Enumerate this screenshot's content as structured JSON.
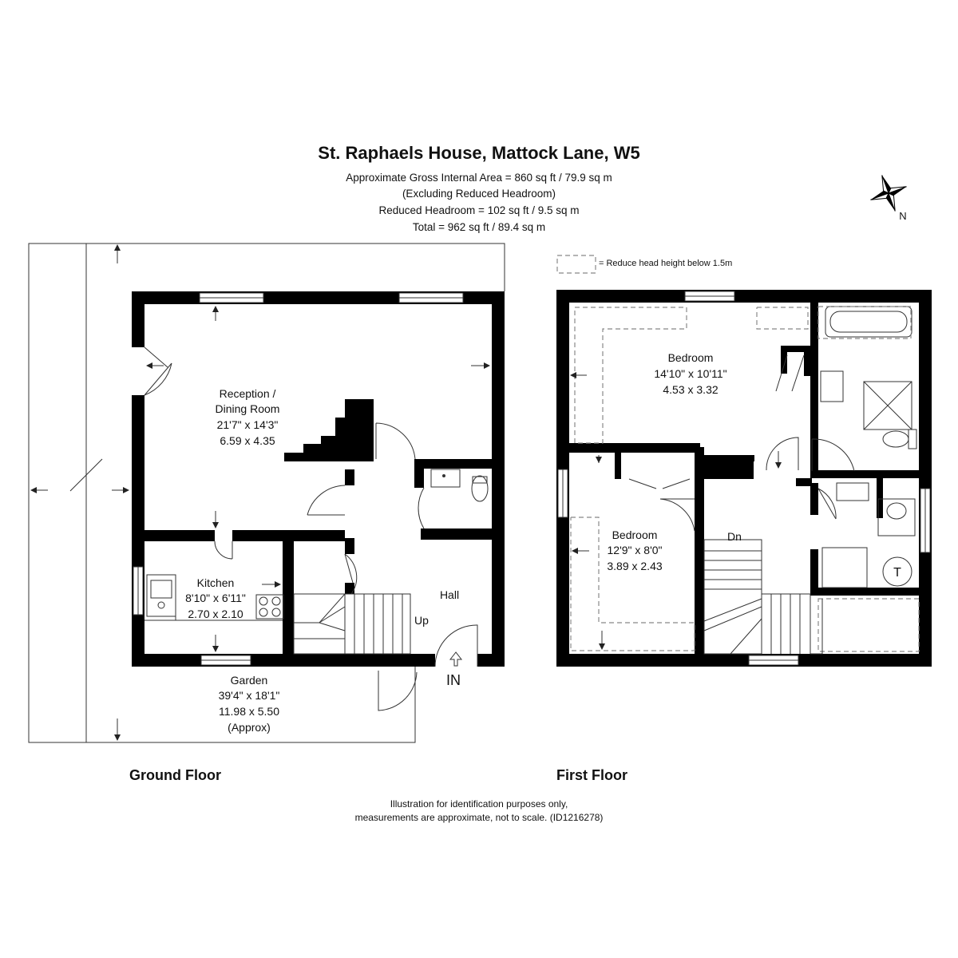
{
  "header": {
    "title": "St. Raphaels House, Mattock Lane, W5",
    "line1": "Approximate Gross Internal Area = 860 sq ft / 79.9 sq m",
    "line2": "(Excluding Reduced Headroom)",
    "line3": "Reduced Headroom = 102 sq ft / 9.5 sq m",
    "line4": "Total = 962 sq ft / 89.4 sq m"
  },
  "compass": {
    "label": "N"
  },
  "legend": {
    "text": "= Reduce head height below 1.5m"
  },
  "ground_floor": {
    "label": "Ground Floor",
    "reception": {
      "name1": "Reception /",
      "name2": "Dining Room",
      "imperial": "21'7\" x 14'3\"",
      "metric": "6.59 x 4.35"
    },
    "kitchen": {
      "name": "Kitchen",
      "imperial": "8'10\" x 6'11\"",
      "metric": "2.70 x 2.10"
    },
    "hall": {
      "name": "Hall"
    },
    "stairs": {
      "label": "Up"
    },
    "entrance": {
      "label": "IN"
    },
    "garden": {
      "name": "Garden",
      "imperial": "39'4\" x 18'1\"",
      "metric": "11.98 x 5.50",
      "note": "(Approx)"
    }
  },
  "first_floor": {
    "label": "First Floor",
    "bedroom1": {
      "name": "Bedroom",
      "imperial": "14'10\" x 10'11\"",
      "metric": "4.53 x 3.32"
    },
    "bedroom2": {
      "name": "Bedroom",
      "imperial": "12'9\" x 8'0\"",
      "metric": "3.89 x 2.43"
    },
    "stairs": {
      "label": "Dn"
    },
    "wc": {
      "label": "T"
    }
  },
  "footer": {
    "line1": "Illustration for identification purposes only,",
    "line2": "measurements are approximate, not to scale. (ID1216278)"
  }
}
